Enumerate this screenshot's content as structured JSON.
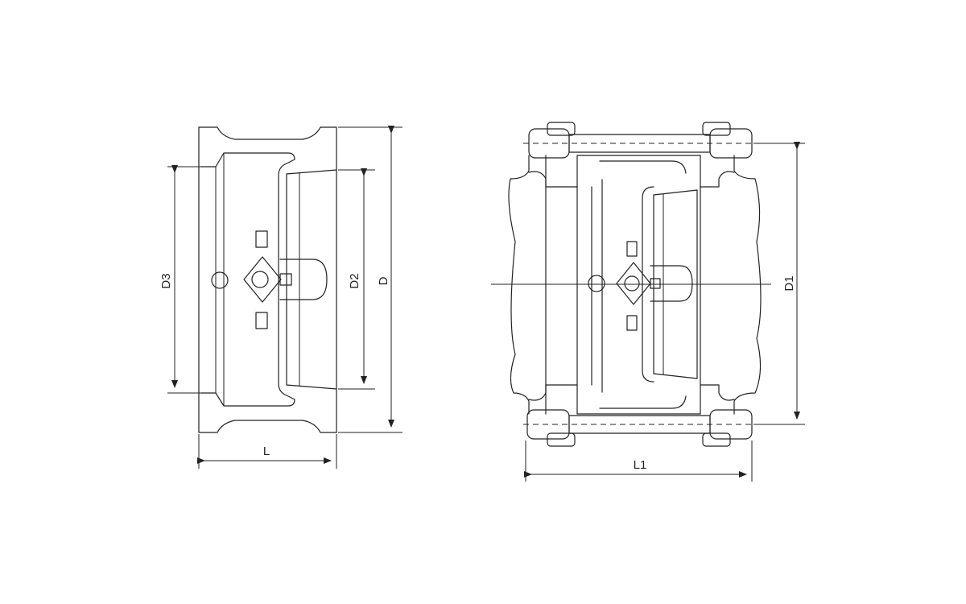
{
  "labels": {
    "L": "L",
    "D": "D",
    "D2": "D2",
    "D3": "D3",
    "L1": "L1",
    "D1": "D1"
  },
  "colors": {
    "line": "#222222",
    "background": "#ffffff"
  }
}
